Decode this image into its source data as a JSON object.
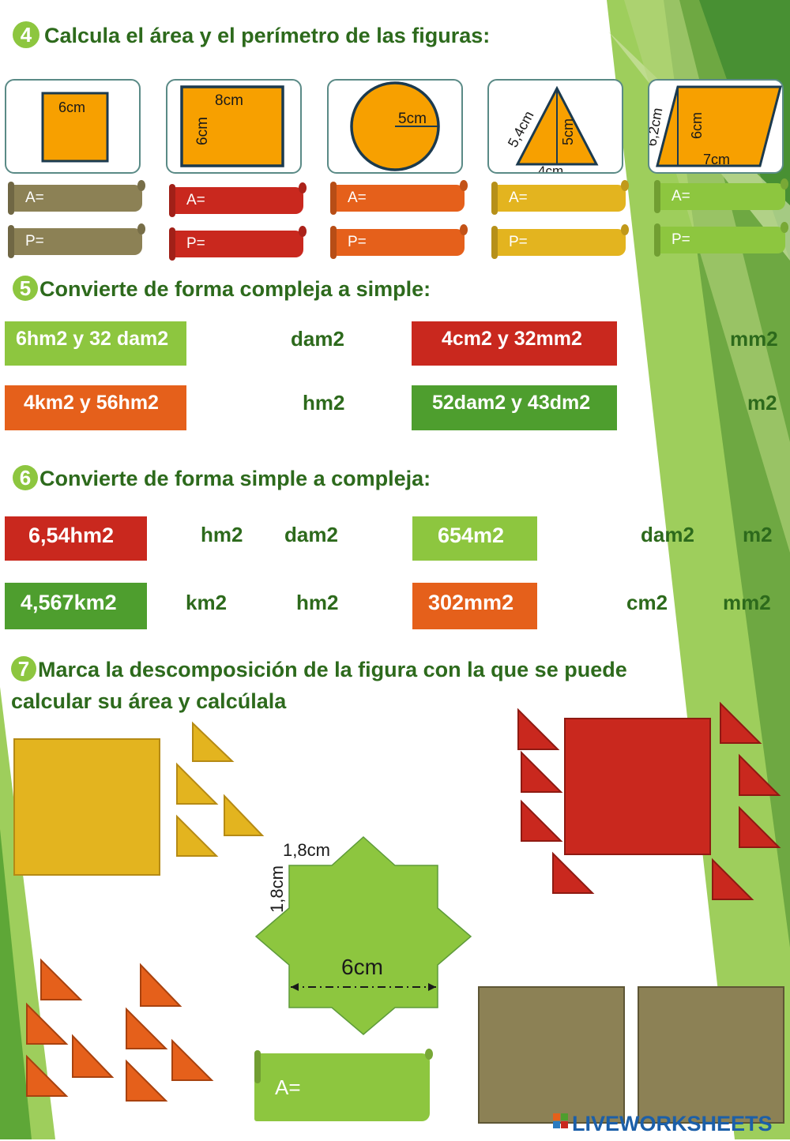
{
  "colors": {
    "heading": "#2d6a1c",
    "orange": "#f7a000",
    "olive": "#8c8155",
    "red": "#c9281e",
    "orange_red": "#e5601b",
    "yellow": "#e3b41f",
    "lime": "#8dc63f",
    "green": "#4e9e2e"
  },
  "section4": {
    "number": "4",
    "title": "Calcula el área y el perímetro de las figuras:",
    "figures": [
      {
        "shape": "square",
        "labels": [
          "6cm"
        ]
      },
      {
        "shape": "rectangle",
        "labels": [
          "8cm",
          "6cm"
        ]
      },
      {
        "shape": "circle",
        "labels": [
          "5cm"
        ]
      },
      {
        "shape": "triangle",
        "labels": [
          "5,4cm",
          "5cm",
          "4cm"
        ]
      },
      {
        "shape": "parallelogram",
        "labels": [
          "6,2cm",
          "6cm",
          "7cm"
        ]
      }
    ],
    "area_label": "A=",
    "perimeter_label": "P="
  },
  "section5": {
    "number": "5",
    "title": "Convierte de forma compleja a simple:",
    "rows": [
      {
        "value": "6hm2 y 32 dam2",
        "unit": "dam2"
      },
      {
        "value": "4cm2 y 32mm2",
        "unit": "mm2"
      },
      {
        "value": "4km2 y 56hm2",
        "unit": "hm2"
      },
      {
        "value": "52dam2 y 43dm2",
        "unit": "m2"
      }
    ]
  },
  "section6": {
    "number": "6",
    "title": "Convierte de forma simple a compleja:",
    "rows": [
      {
        "value": "6,54hm2",
        "units": [
          "hm2",
          "dam2"
        ]
      },
      {
        "value": "654m2",
        "units": [
          "dam2",
          "m2"
        ]
      },
      {
        "value": "4,567km2",
        "units": [
          "km2",
          "hm2"
        ]
      },
      {
        "value": "302mm2",
        "units": [
          "cm2",
          "mm2"
        ]
      }
    ]
  },
  "section7": {
    "number": "7",
    "title": "Marca la descomposición de la figura con la que se puede calcular su área y calcúlala",
    "star_labels": {
      "top": "1,8cm",
      "side": "1,8cm",
      "width": "6cm"
    },
    "area_label": "A="
  },
  "watermark": "LIVEWORKSHEETS"
}
